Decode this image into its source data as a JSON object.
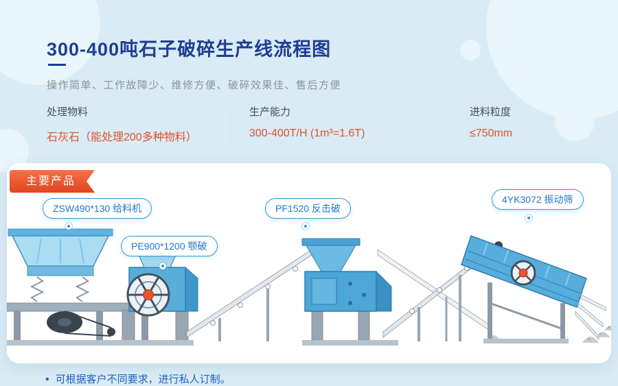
{
  "header": {
    "title": "300-400吨石子破碎生产线流程图",
    "subtitle": "操作简单、工作故障少、维修方便、破碎效果佳、售后方便"
  },
  "specs": [
    {
      "label": "处理物料",
      "value": "石灰石（能处理200多种物料）"
    },
    {
      "label": "生产能力",
      "value": "300-400T/H (1m³=1.6T)"
    },
    {
      "label": "进料粒度",
      "value": "≤750mm"
    }
  ],
  "diagram": {
    "ribbon": "主要产品",
    "equipment": [
      {
        "label": "ZSW490*130 给料机"
      },
      {
        "label": "PE900*1200 颚破"
      },
      {
        "label": "PF1520 反击破"
      },
      {
        "label": "4YK3072 振动筛"
      }
    ]
  },
  "footer": {
    "bullet": "•",
    "note": "可根据客户不同要求，进行私人订制。"
  },
  "colors": {
    "accent_red": "#e4502f",
    "title_blue": "#1d3e93",
    "pill_blue": "#2f9ad6",
    "note_blue": "#1e62c5",
    "machine_blue": "#58add9"
  }
}
